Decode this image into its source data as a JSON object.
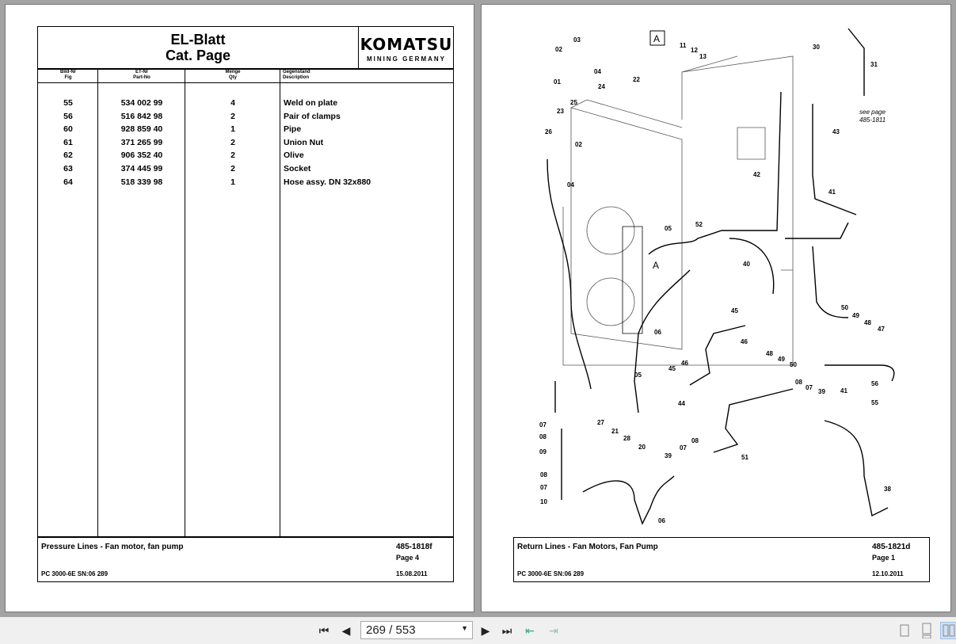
{
  "page_left": {
    "header": {
      "title_line1": "EL-Blatt",
      "title_line2": "Cat. Page",
      "logo_brand": "KOMATSU",
      "logo_sub": "MINING GERMANY"
    },
    "columns": [
      {
        "de": "Bild-Nr",
        "en": "Fig"
      },
      {
        "de": "ET-Nr",
        "en": "Part-No"
      },
      {
        "de": "Menge",
        "en": "Qty"
      },
      {
        "de": "Gegenstand",
        "en": "Description"
      }
    ],
    "rows": [
      {
        "fig": "55",
        "part": "534 002 99",
        "qty": "4",
        "desc": "Weld on plate"
      },
      {
        "fig": "56",
        "part": "516 842 98",
        "qty": "2",
        "desc": "Pair of clamps"
      },
      {
        "fig": "60",
        "part": "928 859 40",
        "qty": "1",
        "desc": "Pipe"
      },
      {
        "fig": "61",
        "part": "371 265 99",
        "qty": "2",
        "desc": "Union Nut"
      },
      {
        "fig": "62",
        "part": "906 352 40",
        "qty": "2",
        "desc": "Olive"
      },
      {
        "fig": "63",
        "part": "374 445 99",
        "qty": "2",
        "desc": "Socket"
      },
      {
        "fig": "64",
        "part": "518 339 98",
        "qty": "1",
        "desc": "Hose assy. DN 32x880"
      }
    ],
    "footer": {
      "title": "Pressure Lines - Fan motor, fan pump",
      "doc": "485-1818f",
      "page": "Page 4",
      "model": "PC 3000-6E SN:06 289",
      "date": "15.08.2011"
    }
  },
  "page_right": {
    "diagram": {
      "detail_label": "A",
      "see_page_1": "see page",
      "see_page_2": "485-1811",
      "callouts": [
        "03",
        "02",
        "04",
        "01",
        "25",
        "24",
        "22",
        "23",
        "26",
        "02",
        "04",
        "11",
        "12",
        "13",
        "30",
        "31",
        "43",
        "42",
        "41",
        "52",
        "05",
        "A",
        "40",
        "06",
        "45",
        "46",
        "50",
        "49",
        "48",
        "47",
        "48",
        "49",
        "50",
        "05",
        "45",
        "46",
        "44",
        "08",
        "07",
        "39",
        "41",
        "56",
        "55",
        "07",
        "08",
        "09",
        "08",
        "07",
        "10",
        "27",
        "21",
        "28",
        "20",
        "08",
        "07",
        "39",
        "51",
        "38",
        "06"
      ]
    },
    "footer": {
      "title": "Return Lines - Fan Motors, Fan Pump",
      "doc": "485-1821d",
      "page": "Page 1",
      "model": "PC 3000-6E SN:06 289",
      "date": "12.10.2011"
    }
  },
  "toolbar": {
    "page_indicator": "269 / 553"
  }
}
